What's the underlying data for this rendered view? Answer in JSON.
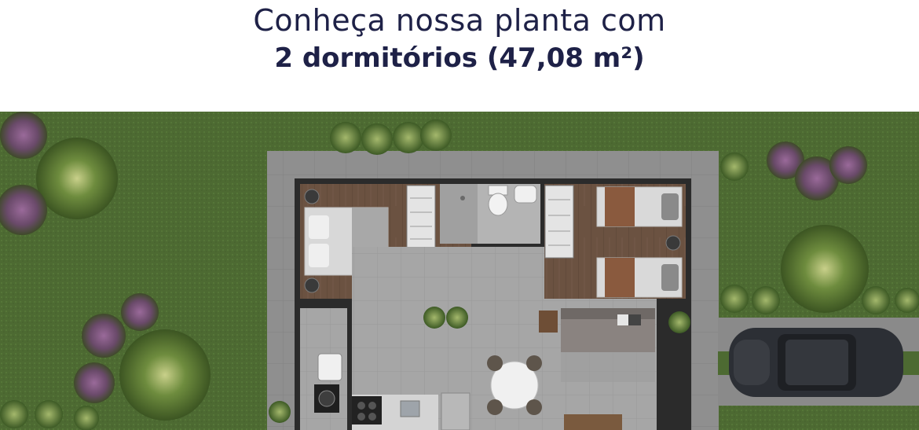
{
  "header": {
    "title_line1": "Conheça nossa planta com",
    "title_line2": "2 dormitórios (47,08 m²)"
  },
  "colors": {
    "title": "#1e2147",
    "lawn": "#4d6a32",
    "paving": "#8e8e8e",
    "wood_floor": "#6a5140",
    "tile_floor": "#a3a3a3",
    "wall": "#2b2b2b",
    "car": "#2c2f35"
  },
  "plan": {
    "rooms": [
      "master-bedroom",
      "bathroom",
      "second-bedroom",
      "living-room",
      "kitchen",
      "laundry"
    ]
  }
}
